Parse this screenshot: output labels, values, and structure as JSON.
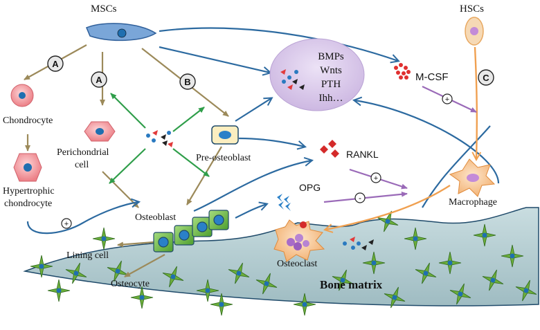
{
  "labels": {
    "mscs": "MSCs",
    "hscs": "HSCs",
    "chondrocyte": "Chondrocyte",
    "hypertrophic_l1": "Hypertrophic",
    "hypertrophic_l2": "chondrocyte",
    "perichondrial_l1": "Perichondrial",
    "perichondrial_l2": "cell",
    "pre_osteoblast": "Pre-osteoblast",
    "osteoblast": "Osteoblast",
    "lining_cell": "Lining cell",
    "osteocyte": "Osteocyte",
    "osteoclast": "Osteoclast",
    "bone_matrix": "Bone matrix",
    "macrophage": "Macrophage",
    "mcsf": "M-CSF",
    "rankl": "RANKL",
    "opg": "OPG"
  },
  "factors": [
    "BMPs",
    "Wnts",
    "PTH",
    "Ihh…"
  ],
  "pathway_badges": {
    "a1": "A",
    "a2": "A",
    "b": "B",
    "c": "C"
  },
  "signs": {
    "plus": "+",
    "minus": "-"
  },
  "colors": {
    "olive_arrow": "#9c8a5a",
    "blue_arrow": "#2c6aa0",
    "green_arrow": "#2f9e4a",
    "orange_arrow": "#f0a050",
    "purple_arrow": "#9a6ab8",
    "bone_fill": "#b9d2d6",
    "factor_bubble": "#dcccec",
    "osteoblast_green": "#6cbd45",
    "chondrocyte_pink": "#f08a90",
    "msc_blue": "#7aa6d8"
  }
}
